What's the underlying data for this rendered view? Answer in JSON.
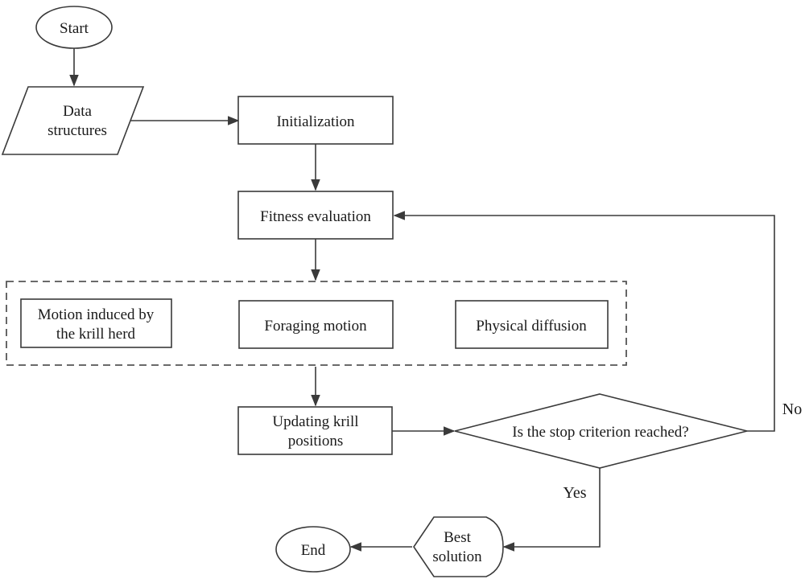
{
  "diagram": {
    "nodes": {
      "start": {
        "lines": [
          "Start"
        ]
      },
      "data_structures": {
        "lines": [
          "Data",
          "structures"
        ]
      },
      "initialization": {
        "lines": [
          "Initialization"
        ]
      },
      "fitness_evaluation": {
        "lines": [
          "Fitness evaluation"
        ]
      },
      "motion_induced": {
        "lines": [
          "Motion induced by",
          "the krill herd"
        ]
      },
      "foraging_motion": {
        "lines": [
          "Foraging motion"
        ]
      },
      "physical_diffusion": {
        "lines": [
          "Physical diffusion"
        ]
      },
      "updating_positions": {
        "lines": [
          "Updating krill",
          "positions"
        ]
      },
      "stop_criterion": {
        "lines": [
          "Is the stop criterion reached?"
        ]
      },
      "best_solution": {
        "lines": [
          "Best",
          "solution"
        ]
      },
      "end": {
        "lines": [
          "End"
        ]
      }
    },
    "edge_labels": {
      "no": "No",
      "yes": "Yes"
    }
  }
}
